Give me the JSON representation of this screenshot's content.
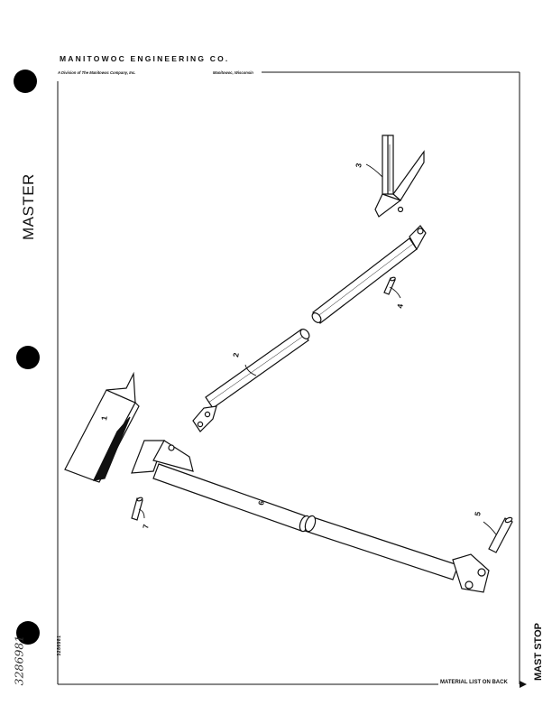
{
  "header": {
    "company": "MANITOWOC ENGINEERING CO.",
    "subtitle": "A Division of The Manitowoc Company, Inc.",
    "location": "Manitowoc, Wisconsin"
  },
  "margin": {
    "stamp": "MASTER",
    "handwritten_number": "3286981",
    "document_number": "3286981"
  },
  "footer": {
    "title": "MAST STOP",
    "material_note": "MATERIAL LIST ON BACK"
  },
  "parts": {
    "p1": "1",
    "p2": "2",
    "p3": "3",
    "p4": "4",
    "p5": "5",
    "p6": "6",
    "p7": "7"
  }
}
